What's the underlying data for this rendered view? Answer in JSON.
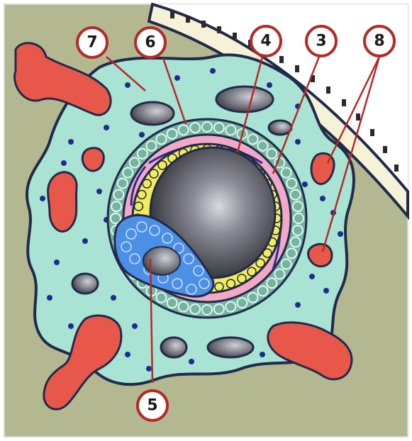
{
  "callouts": [
    {
      "id": "label-7",
      "text": "7"
    },
    {
      "id": "label-6",
      "text": "6"
    },
    {
      "id": "label-4",
      "text": "4"
    },
    {
      "id": "label-3",
      "text": "3"
    },
    {
      "id": "label-8",
      "text": "8"
    },
    {
      "id": "label-5",
      "text": "5"
    }
  ],
  "colors": {
    "background": "#b4b891",
    "stroma": "#a9e3d4",
    "blood_vessel": "#e8584a",
    "theca_cells": "#73b5a0",
    "zona_pellucida": "#f2a9c7",
    "granulosa": "#f1ec5a",
    "cumulus": "#4c8fe6",
    "antrum": "#4a4a54",
    "outline": "#222a4a",
    "nuclei": "#1f2c8f",
    "callout_ring": "#b52a26"
  }
}
